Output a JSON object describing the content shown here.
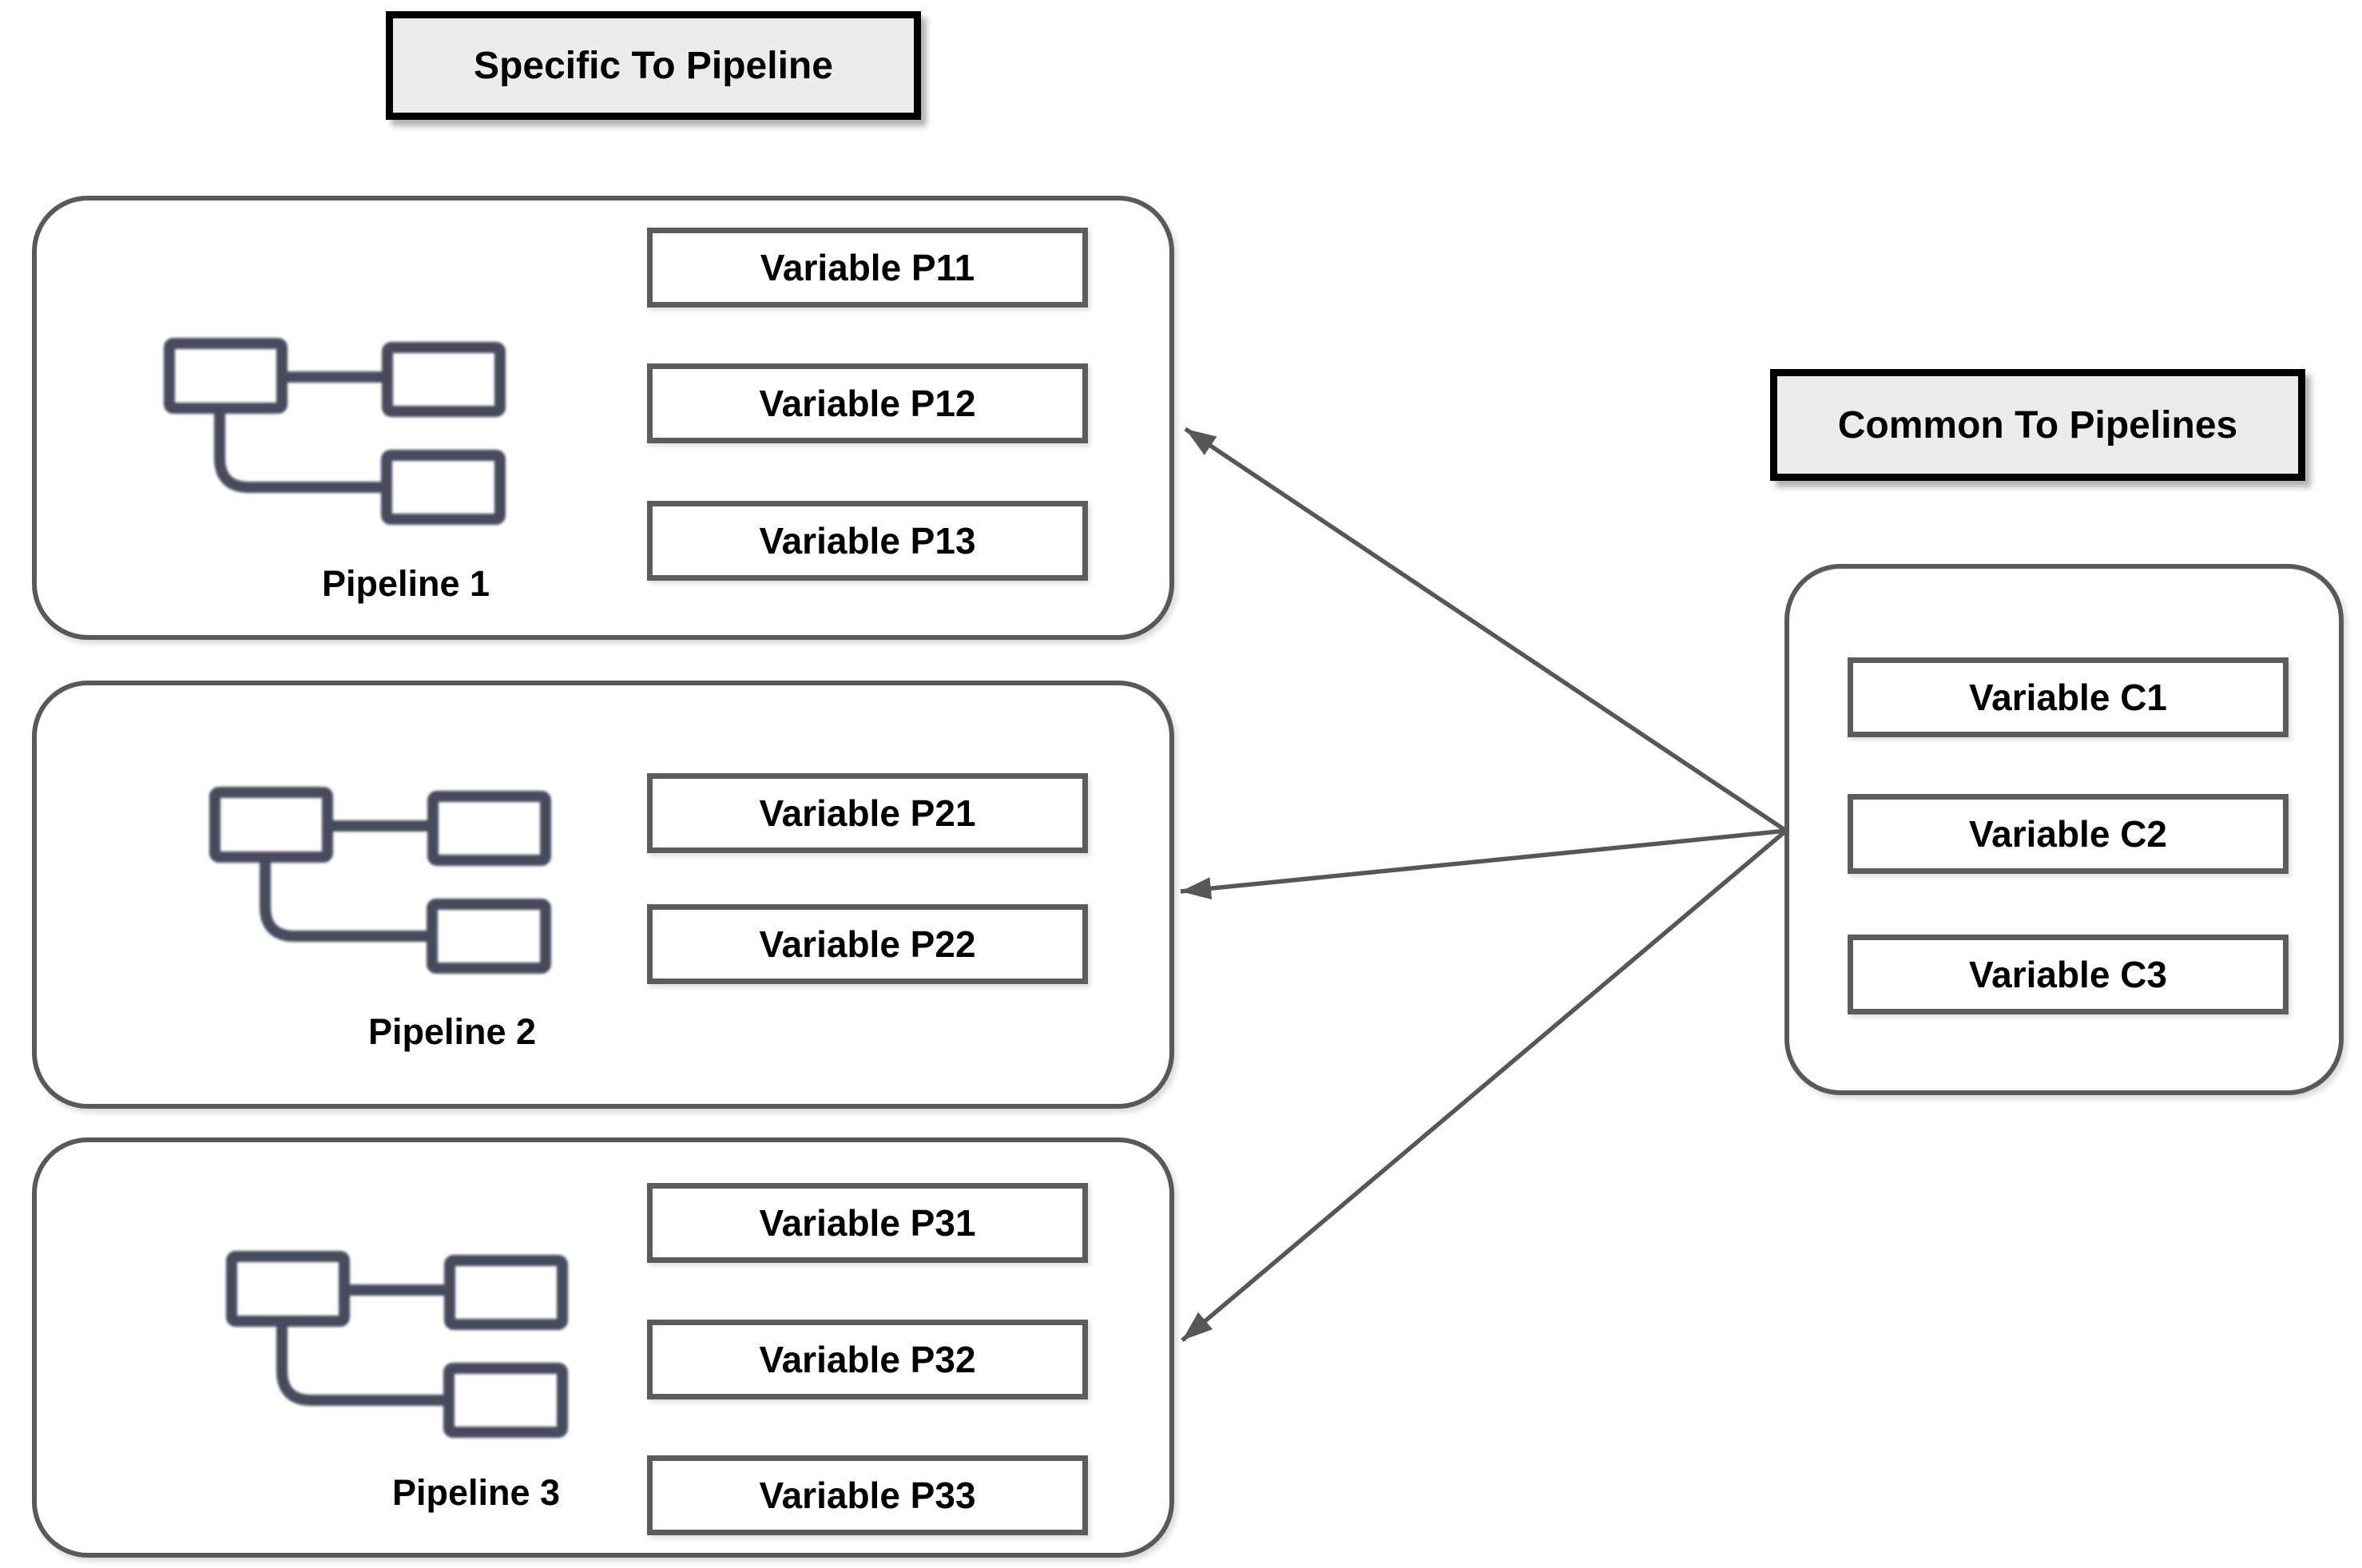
{
  "headers": {
    "specific": "Specific To Pipeline",
    "common": "Common To Pipelines"
  },
  "pipelines": [
    {
      "label": "Pipeline 1",
      "variables": [
        "Variable P11",
        "Variable P12",
        "Variable P13"
      ]
    },
    {
      "label": "Pipeline 2",
      "variables": [
        "Variable P21",
        "Variable P22"
      ]
    },
    {
      "label": "Pipeline 3",
      "variables": [
        "Variable P31",
        "Variable P32",
        "Variable P33"
      ]
    }
  ],
  "common": {
    "variables": [
      "Variable C1",
      "Variable C2",
      "Variable C3"
    ]
  },
  "colors": {
    "background": "#ffffff",
    "container_border": "#595959",
    "varbox_border": "#5c5c5c",
    "tag_fill": "#ececec",
    "tag_border": "#000000",
    "arrow": "#575757",
    "icon": "#474b5c",
    "text": "#000000"
  },
  "icons": [
    "pipeline-flow-icon"
  ]
}
